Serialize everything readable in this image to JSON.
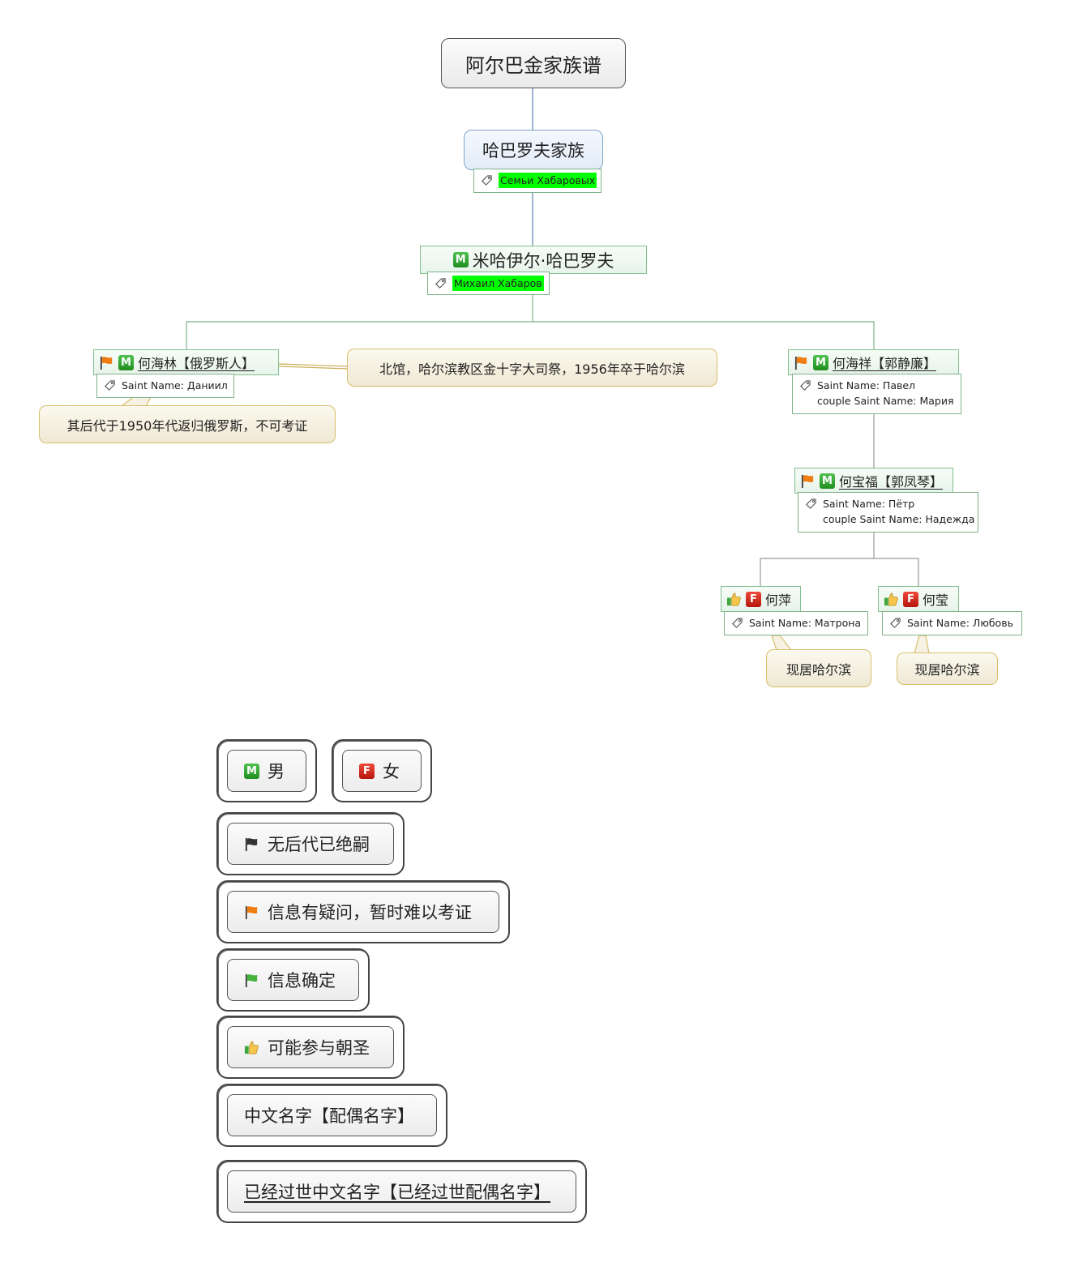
{
  "root": {
    "title": "阿尔巴金家族谱"
  },
  "family": {
    "title": "哈巴罗夫家族",
    "tag": "Семьи Хабаровых"
  },
  "mikhail": {
    "name": "米哈伊尔·哈巴罗夫",
    "tag": "Михаил Хабаров"
  },
  "hehailin": {
    "name": "何海林【俄罗斯人】",
    "tag": "Saint Name: Даниил",
    "note_right": "北馆，哈尔滨教区金十字大司祭，1956年卒于哈尔滨",
    "note_below": "其后代于1950年代返归俄罗斯，不可考证"
  },
  "hehaixiang": {
    "name": "何海祥【郭静廉】",
    "tag_line1": "Saint Name: Павел",
    "tag_line2": "couple Saint Name: Мария"
  },
  "hebaofu": {
    "name": "何宝福【郭凤琴】",
    "tag_line1": "Saint Name: Пётр",
    "tag_line2": "couple Saint Name: Надежда"
  },
  "heping": {
    "name": "何萍",
    "tag": "Saint Name: Матрона",
    "note": "现居哈尔滨"
  },
  "heying": {
    "name": "何莹",
    "tag": "Saint Name: Любовь",
    "note": "现居哈尔滨"
  },
  "legend": {
    "male": "男",
    "female": "女",
    "black_flag": "无后代已绝嗣",
    "orange_flag": "信息有疑问，暂时难以考证",
    "green_flag": "信息确定",
    "thumb": "可能参与朝圣",
    "name_format": "中文名字【配偶名字】",
    "deceased_format": "已经过世中文名字【已经过世配偶名字】"
  },
  "icons": {
    "male_badge": "M",
    "female_badge": "F",
    "flag_orange": "#f07d12",
    "flag_black": "#333333",
    "flag_green": "#45b23a",
    "tag_icon": "tag-icon",
    "thumb_icon": "thumbs-up-icon"
  }
}
